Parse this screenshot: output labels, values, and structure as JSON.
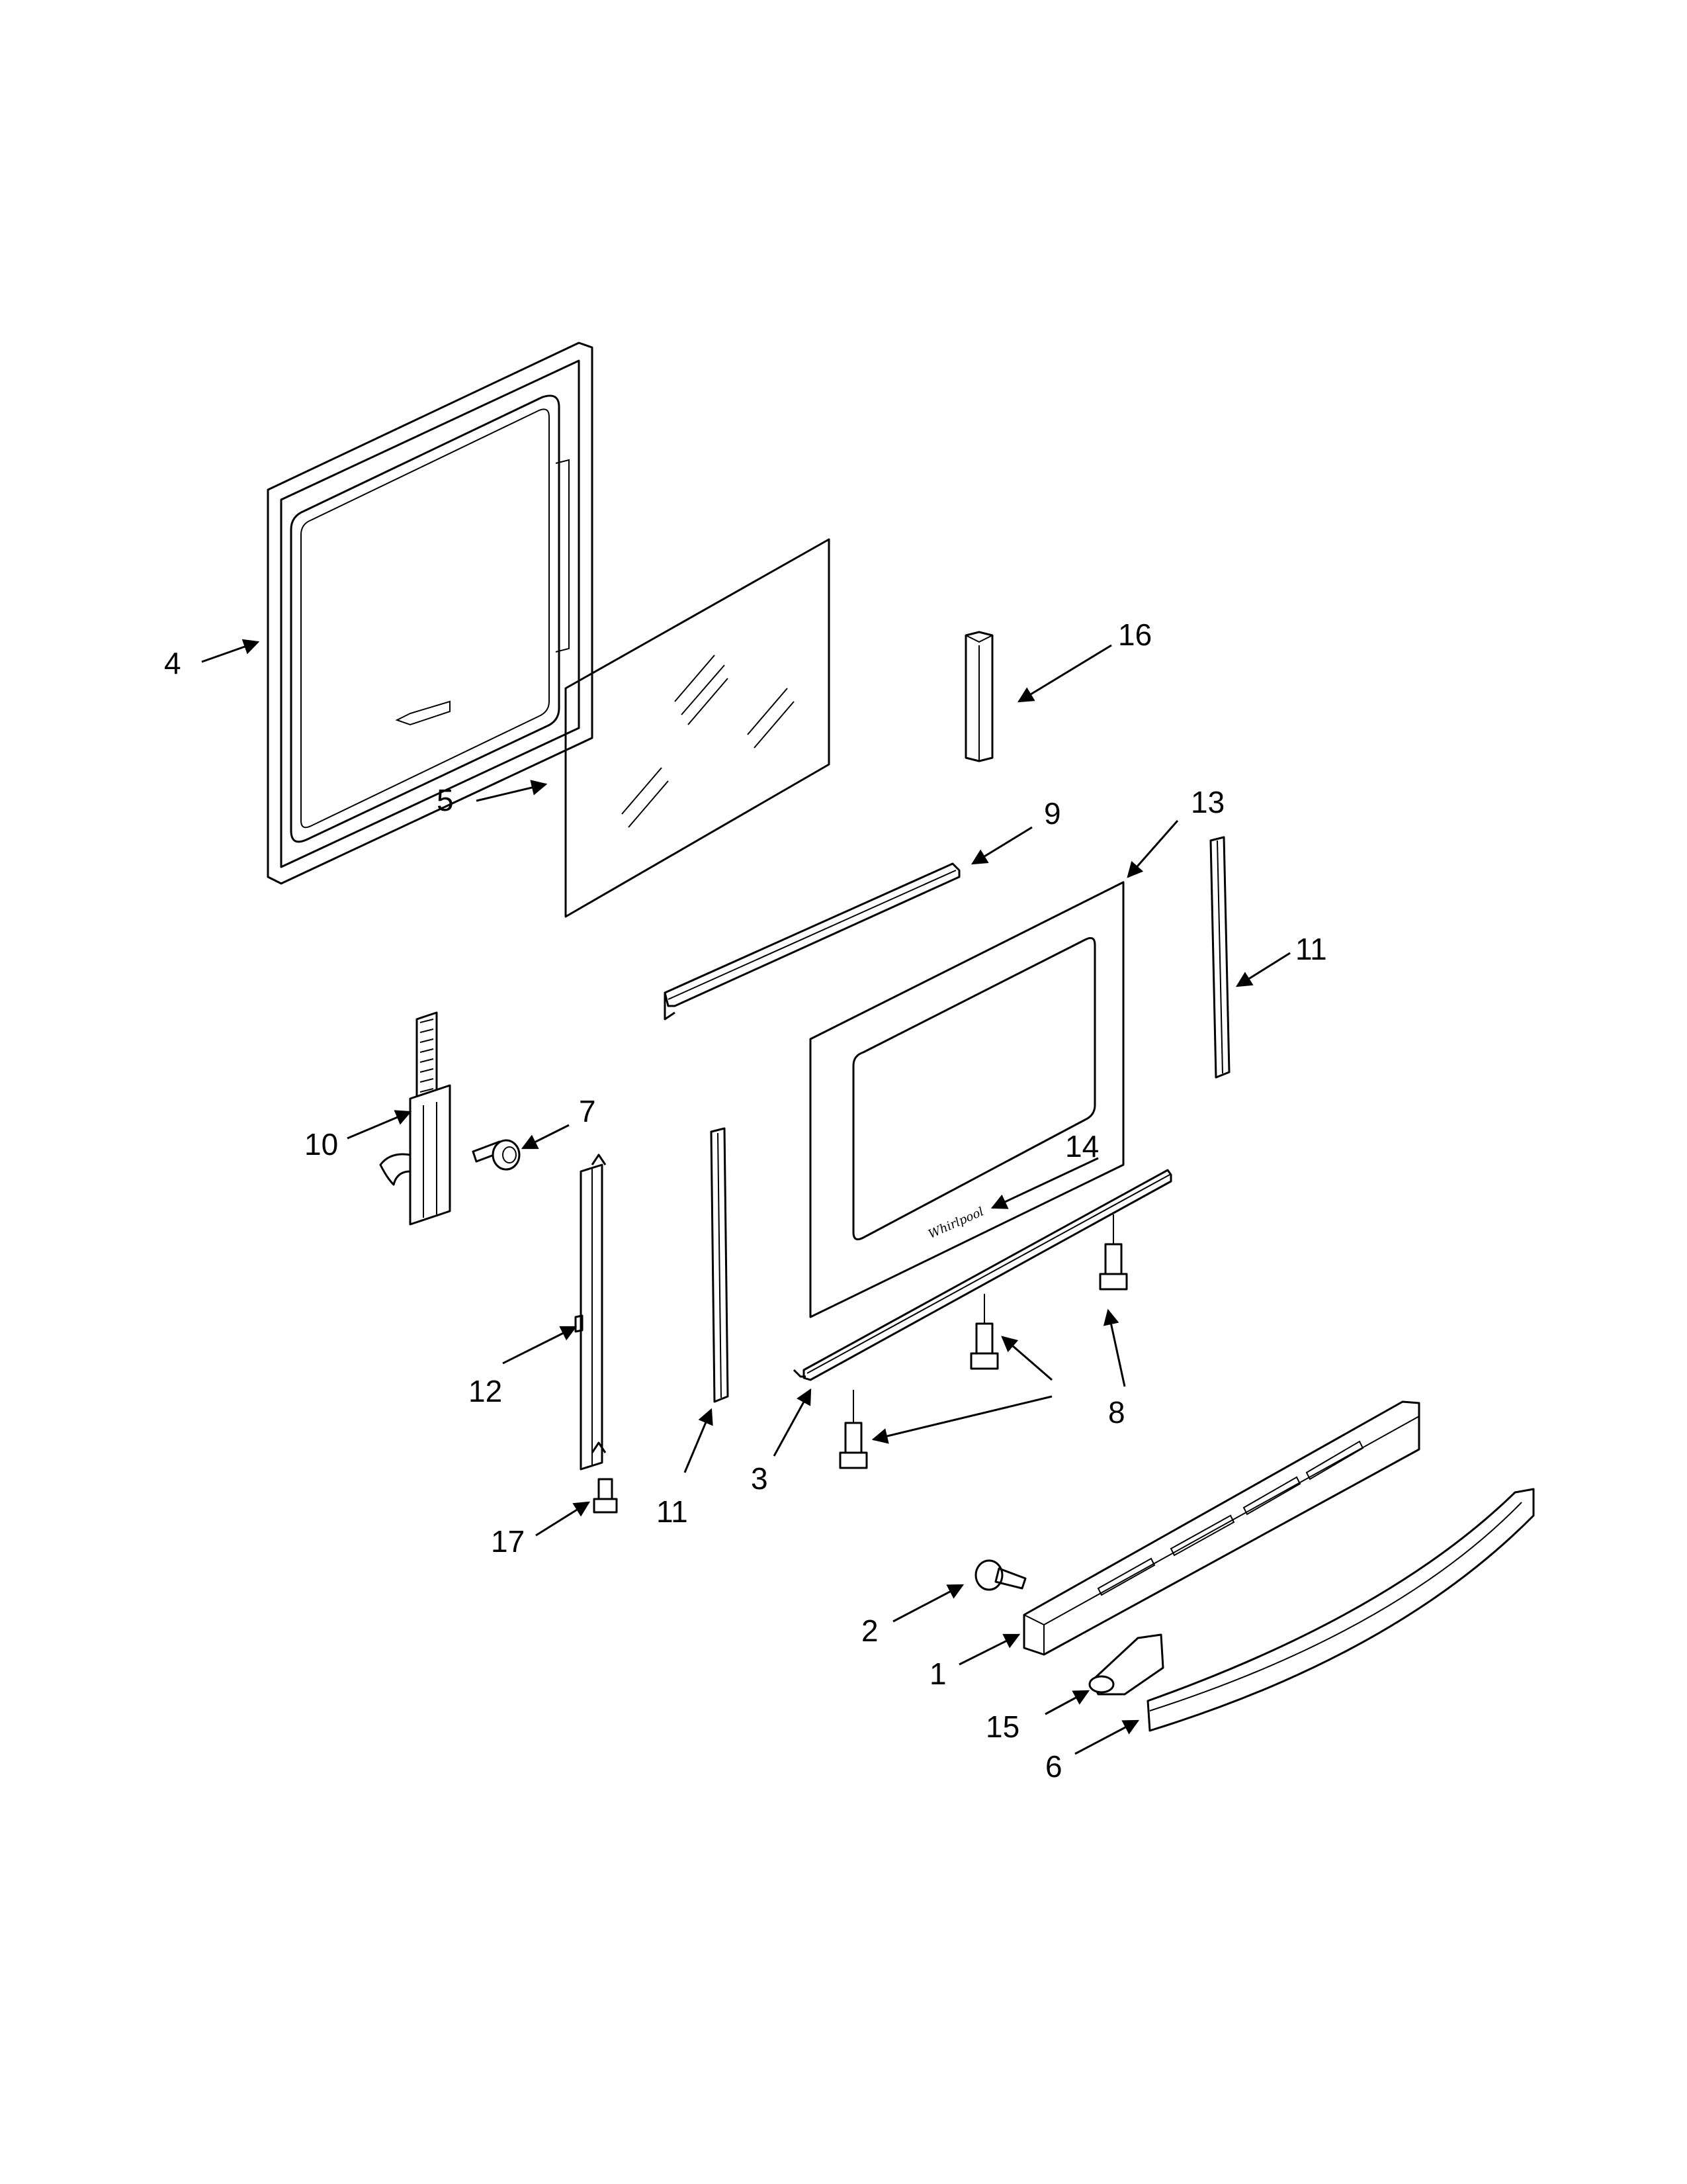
{
  "callouts": [
    {
      "id": "4",
      "label": "4"
    },
    {
      "id": "5",
      "label": "5"
    },
    {
      "id": "16",
      "label": "16"
    },
    {
      "id": "9",
      "label": "9"
    },
    {
      "id": "13",
      "label": "13"
    },
    {
      "id": "11a",
      "label": "11"
    },
    {
      "id": "10",
      "label": "10"
    },
    {
      "id": "7",
      "label": "7"
    },
    {
      "id": "14",
      "label": "14"
    },
    {
      "id": "12",
      "label": "12"
    },
    {
      "id": "8",
      "label": "8"
    },
    {
      "id": "3",
      "label": "3"
    },
    {
      "id": "11b",
      "label": "11"
    },
    {
      "id": "17",
      "label": "17"
    },
    {
      "id": "2",
      "label": "2"
    },
    {
      "id": "1",
      "label": "1"
    },
    {
      "id": "15",
      "label": "15"
    },
    {
      "id": "6",
      "label": "6"
    }
  ]
}
